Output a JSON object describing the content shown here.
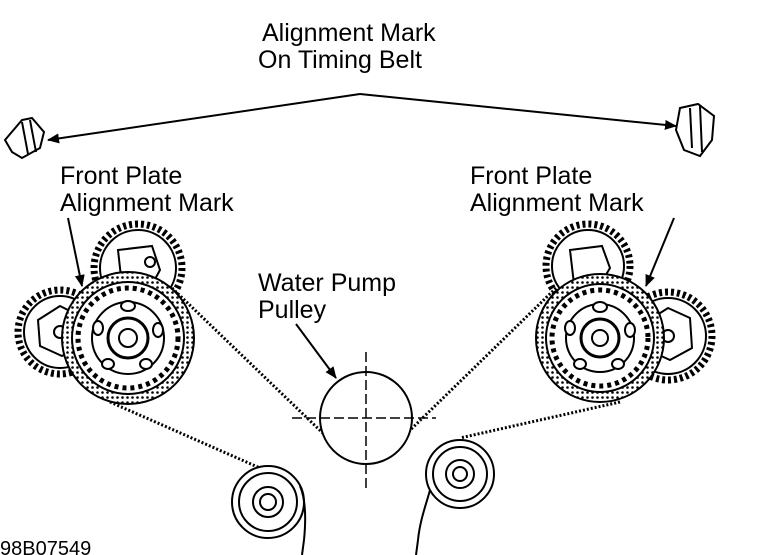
{
  "labels": {
    "timing_belt_mark_line1": "Alignment Mark",
    "timing_belt_mark_line2": "On Timing Belt",
    "left_front_plate_line1": "Front Plate",
    "left_front_plate_line2": "Alignment Mark",
    "right_front_plate_line1": "Front Plate",
    "right_front_plate_line2": "Alignment Mark",
    "water_pump_line1": "Water Pump",
    "water_pump_line2": "Pulley"
  },
  "figure_code": "98B07549"
}
